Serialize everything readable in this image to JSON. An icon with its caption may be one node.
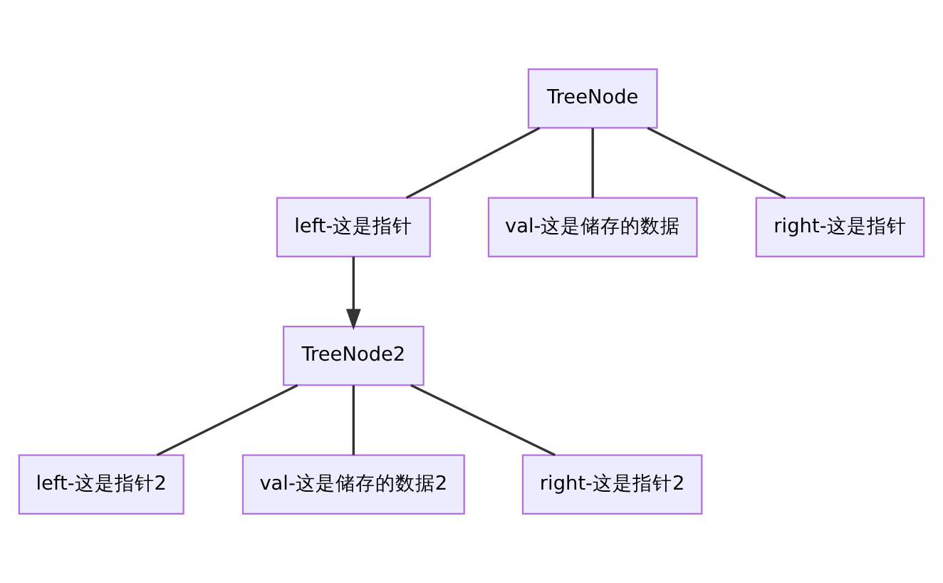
{
  "diagram": {
    "nodes": [
      {
        "text": [
          "TreeNode"
        ]
      },
      {
        "text": [
          "left-这是指针"
        ]
      },
      {
        "text": [
          "val-这是储存的数据"
        ]
      },
      {
        "text": [
          "right-这是指针"
        ]
      },
      {
        "text": [
          "TreeNode2"
        ]
      },
      {
        "text": [
          "left-这是指针2"
        ]
      },
      {
        "text": [
          "val-这是储存的数据2"
        ]
      },
      {
        "text": [
          "right-这是指针2"
        ]
      }
    ],
    "edges": [
      {
        "from": 0,
        "to": 1,
        "arrow": "none"
      },
      {
        "from": 0,
        "to": 2,
        "arrow": "none"
      },
      {
        "from": 0,
        "to": 3,
        "arrow": "none"
      },
      {
        "from": 1,
        "to": 4,
        "arrow": "to"
      },
      {
        "from": 4,
        "to": 5,
        "arrow": "none"
      },
      {
        "from": 4,
        "to": 6,
        "arrow": "none"
      },
      {
        "from": 4,
        "to": 7,
        "arrow": "none"
      }
    ]
  }
}
